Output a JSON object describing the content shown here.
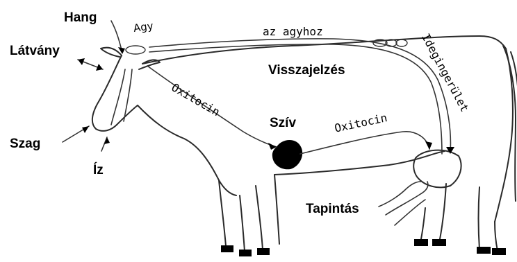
{
  "labels": {
    "hang": "Hang",
    "agy": "Agy",
    "az_agyhoz": "az agyhoz",
    "latvany": "Látvány",
    "visszajelzes": "Visszajelzés",
    "oxitocin_neck": "Oxitocin",
    "idegingerulet": "Idegingerület",
    "sziv": "Szív",
    "oxitocin_body": "Oxitocin",
    "szag": "Szag",
    "iz": "Íz",
    "tapintas": "Tapintás"
  },
  "colors": {
    "ink": "#000000",
    "line": "#2a2a2a",
    "heart": "#000000"
  }
}
